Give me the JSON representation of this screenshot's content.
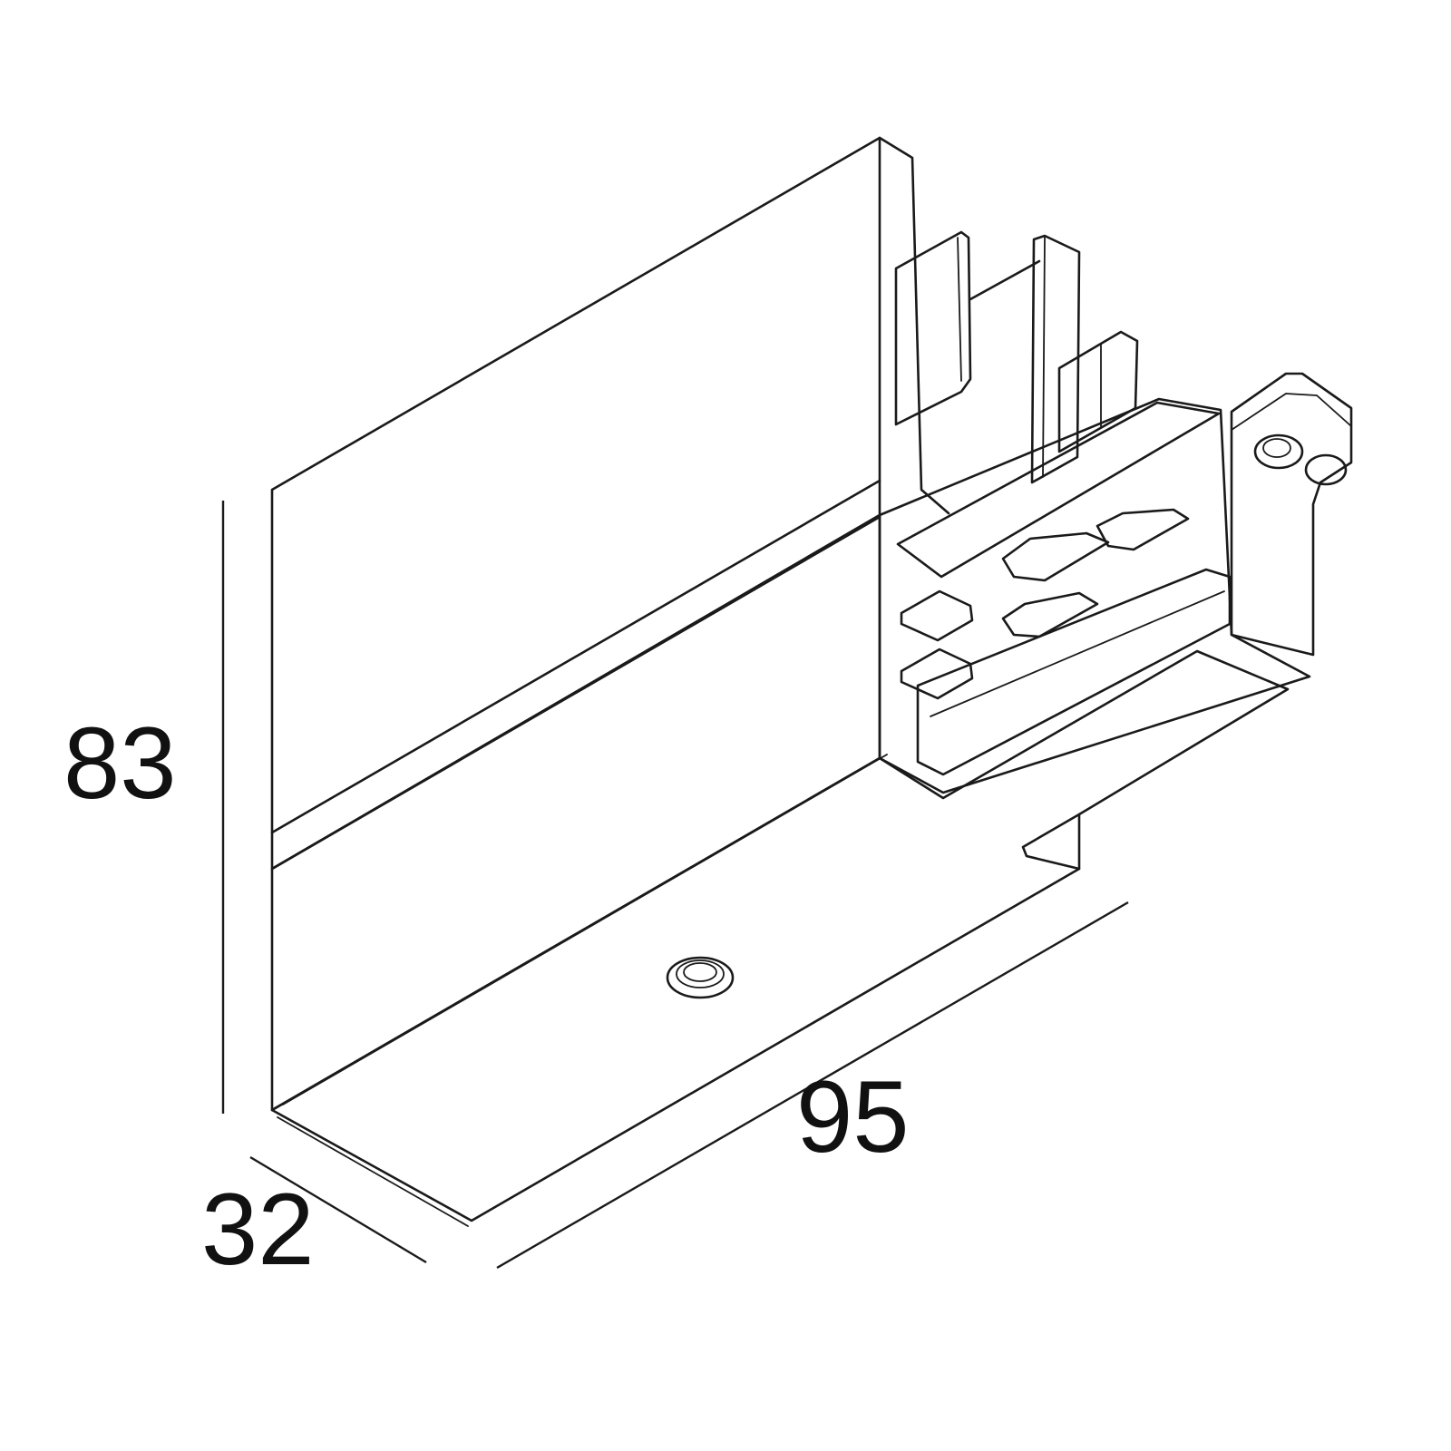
{
  "dimensions": {
    "height": "83",
    "length": "95",
    "depth": "32"
  },
  "colors": {
    "line": "#1a1a1a",
    "background": "#ffffff"
  }
}
